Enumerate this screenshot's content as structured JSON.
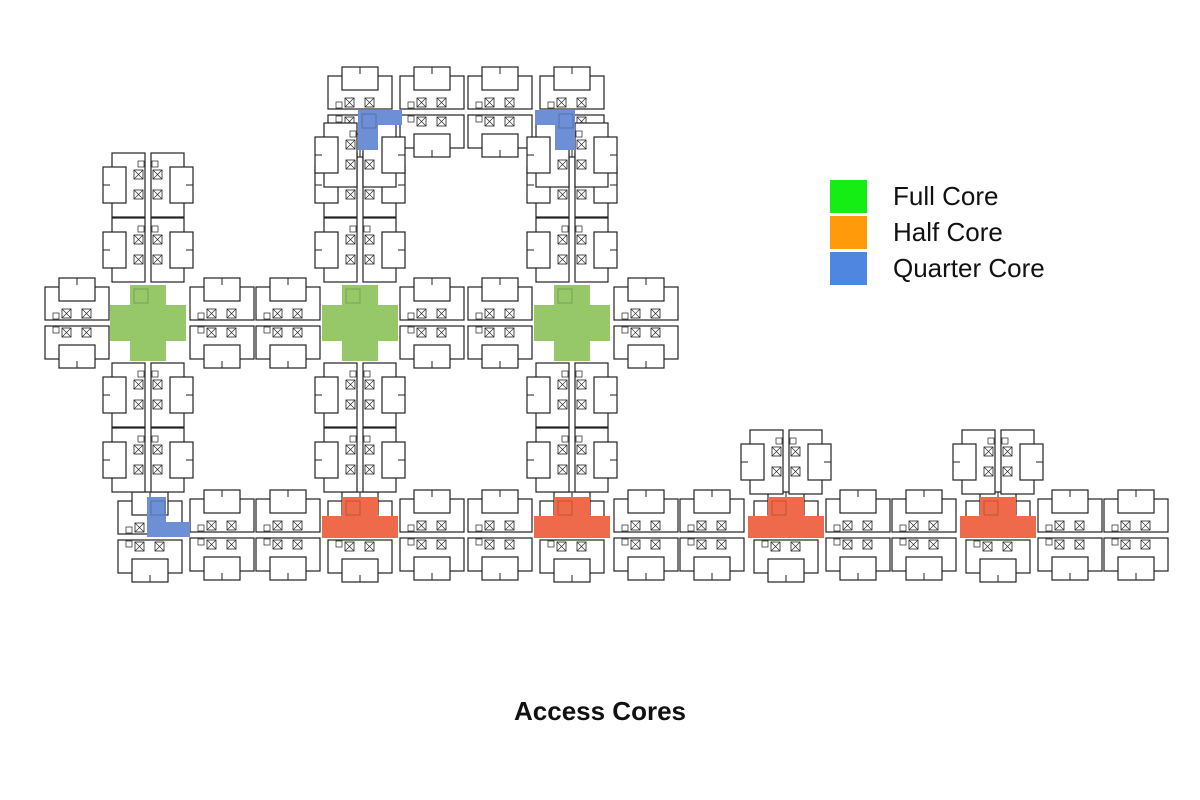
{
  "title": "Access Cores",
  "legend": [
    {
      "label": "Full Core",
      "color": "#14ee14",
      "plan_color": "#96c86a"
    },
    {
      "label": "Half Core",
      "color": "#ff9a0a",
      "plan_color": "#ee6a4a"
    },
    {
      "label": "Quarter Core",
      "color": "#4f86e0",
      "plan_color": "#6d8fd5"
    }
  ]
}
